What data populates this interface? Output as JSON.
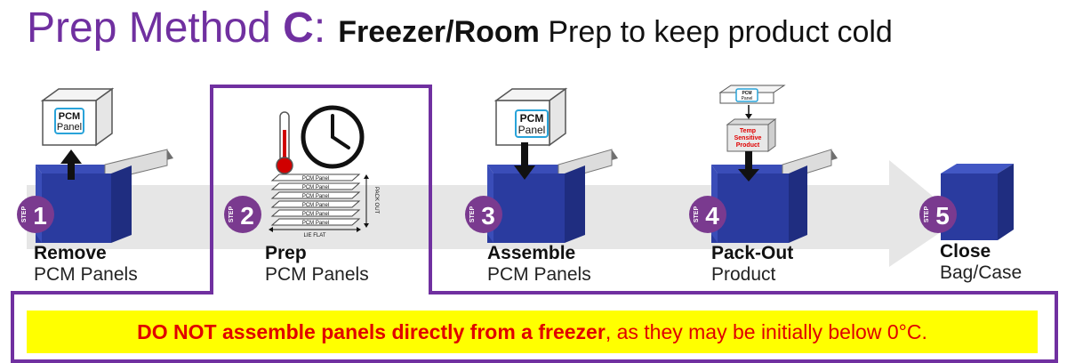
{
  "title": {
    "prefix": "Prep Method ",
    "letter": "C",
    "colon": ":",
    "bold": "Freezer/Room",
    "rest": " Prep to keep product cold"
  },
  "step_badge_text": "STEP",
  "steps": [
    {
      "number": "1",
      "heading": "Remove",
      "sub": "PCM Panels"
    },
    {
      "number": "2",
      "heading": "Prep",
      "sub": "PCM Panels"
    },
    {
      "number": "3",
      "heading": "Assemble",
      "sub": "PCM Panels"
    },
    {
      "number": "4",
      "heading": "Pack-Out",
      "sub": "Product"
    },
    {
      "number": "5",
      "heading": "Close",
      "sub": "Bag/Case"
    }
  ],
  "panel_label": [
    "PCM",
    "Panel"
  ],
  "stack_panel_text": "PCM Panel",
  "stack_side_text": "PACK OUT",
  "stack_bottom_text": "LIE FLAT",
  "product_label": [
    "Temp",
    "Sensitive",
    "Product"
  ],
  "warning": {
    "bold": "DO NOT assemble panels directly from a freezer",
    "rest": ", as they may be initially below 0°C."
  },
  "colors": {
    "purple": "#7030a0",
    "box_blue": "#2a3b9f",
    "arrow_gray": "#e6e6e6",
    "warning_bg": "#ffff00",
    "warning_text": "#e00000"
  }
}
